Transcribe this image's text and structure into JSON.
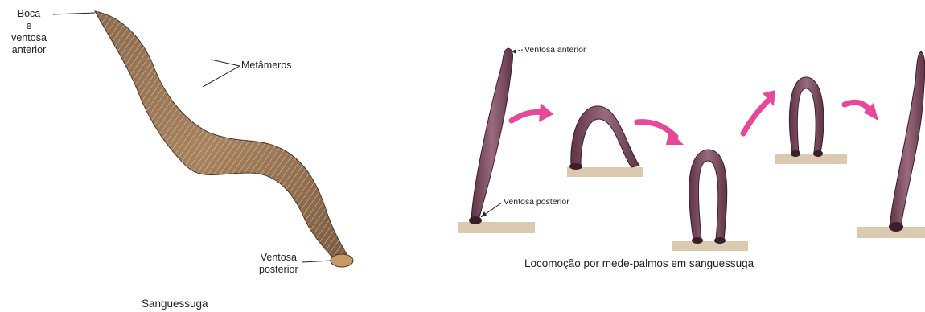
{
  "left": {
    "label_mouth": [
      "Boca",
      "e",
      "ventosa",
      "anterior"
    ],
    "label_segments": "Metâmeros",
    "label_posterior": [
      "Ventosa",
      "posterior"
    ],
    "caption": "Sanguessuga"
  },
  "right": {
    "label_anterior": "Ventosa anterior",
    "label_posterior": "Ventosa posterior",
    "caption": "Locomoção por mede-palmos em sanguessuga",
    "arrow_color": "#e8479a",
    "body_color": "#7a4a5c",
    "ground_color": "#d9c3a5"
  }
}
